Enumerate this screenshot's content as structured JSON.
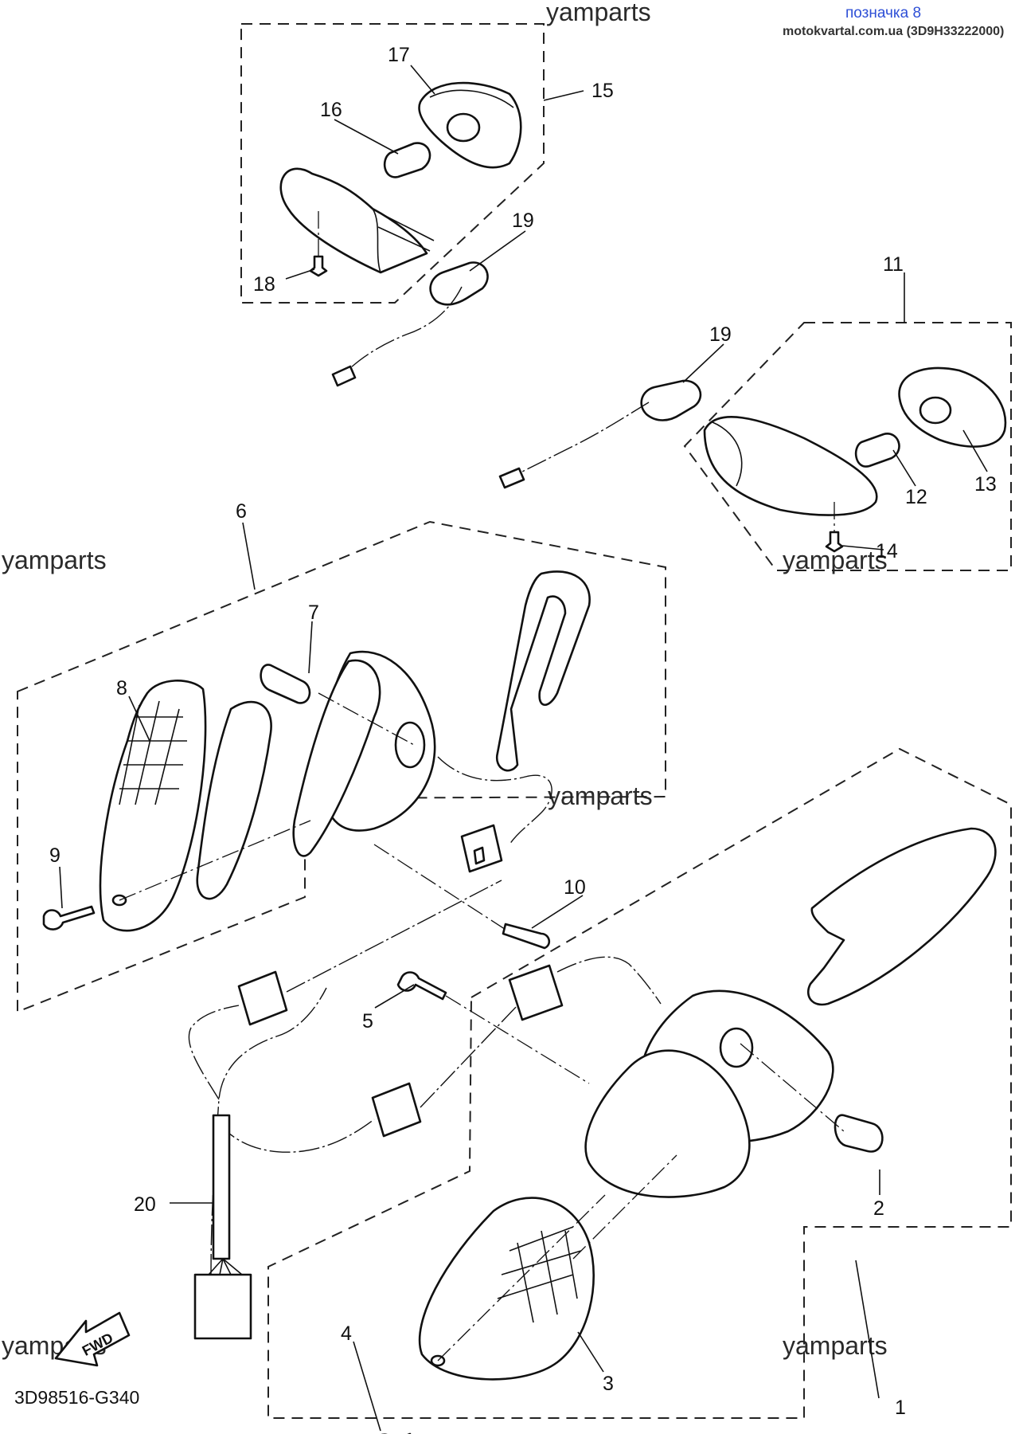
{
  "header": {
    "link_text": "позначка 8",
    "site_text": "motokvartal.com.ua (3D9H33222000)"
  },
  "watermarks": [
    "yamparts",
    "yamparts",
    "yamparts",
    "yamparts",
    "yamparts",
    "yamparts"
  ],
  "diagram_code": "3D98516-G340",
  "fwd_label": "FWD",
  "callouts": [
    "1",
    "2",
    "3",
    "4",
    "5",
    "6",
    "7",
    "8",
    "9",
    "10",
    "11",
    "12",
    "13",
    "14",
    "15",
    "16",
    "17",
    "18",
    "19",
    "19",
    "20"
  ],
  "colors": {
    "line": "#111111",
    "header_link": "#2e4fd6"
  }
}
